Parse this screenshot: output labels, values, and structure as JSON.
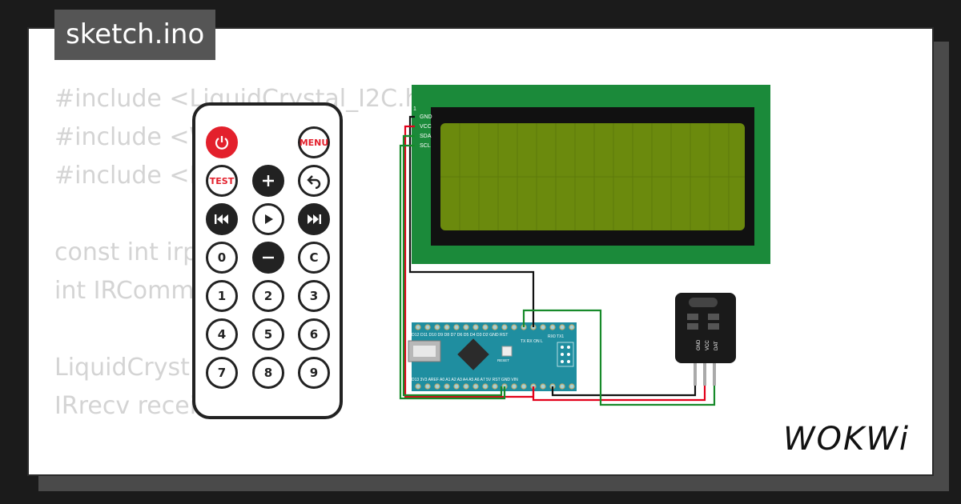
{
  "file_tab": {
    "label": "sketch.ino"
  },
  "code_lines": [
    "#include <LiquidCrystal_I2C.h>",
    "#include <W",
    "#include <IR",
    "",
    "const int irp",
    "int IRComm",
    "",
    "LiquidCryst          27, 2",
    "IRrecv recei"
  ],
  "remote": {
    "buttons": [
      {
        "label": "",
        "icon": "power-icon"
      },
      {
        "label": "MENU"
      },
      {
        "label": "TEST"
      },
      {
        "label": "",
        "icon": "plus-icon"
      },
      {
        "label": "",
        "icon": "back-icon"
      },
      {
        "label": "",
        "icon": "rewind-icon"
      },
      {
        "label": "",
        "icon": "play-icon"
      },
      {
        "label": "",
        "icon": "fast-forward-icon"
      },
      {
        "label": "0"
      },
      {
        "label": "",
        "icon": "minus-icon"
      },
      {
        "label": "C"
      },
      {
        "label": "1"
      },
      {
        "label": "2"
      },
      {
        "label": "3"
      },
      {
        "label": "4"
      },
      {
        "label": "5"
      },
      {
        "label": "6"
      },
      {
        "label": "7"
      },
      {
        "label": "8"
      },
      {
        "label": "9"
      }
    ]
  },
  "lcd": {
    "pins": [
      "1",
      "GND",
      "VCC",
      "SDA",
      "SCL"
    ],
    "screen_color": "#6b8a0d",
    "board_color": "#1b8a3a"
  },
  "arduino": {
    "top_label": "D12 D11 D10 D9 D8 D7 D6 D5 D4 D3 D2 GND RST",
    "rx_tx": "RX0 TX1",
    "bottom_label": "D13 3V3 AREF A0 A1 A2 A3 A4 A5 A6 A7 5V RST GND VIN",
    "reset": "RESET",
    "side": "TX RX ON L",
    "board_color": "#1f8ea0"
  },
  "ir_sensor": {
    "pins": [
      "GND",
      "VCC",
      "DAT"
    ]
  },
  "wire_colors": {
    "black": "#111111",
    "red": "#e2001a",
    "green": "#178a2a"
  },
  "brand": {
    "name": "WOKWi"
  }
}
